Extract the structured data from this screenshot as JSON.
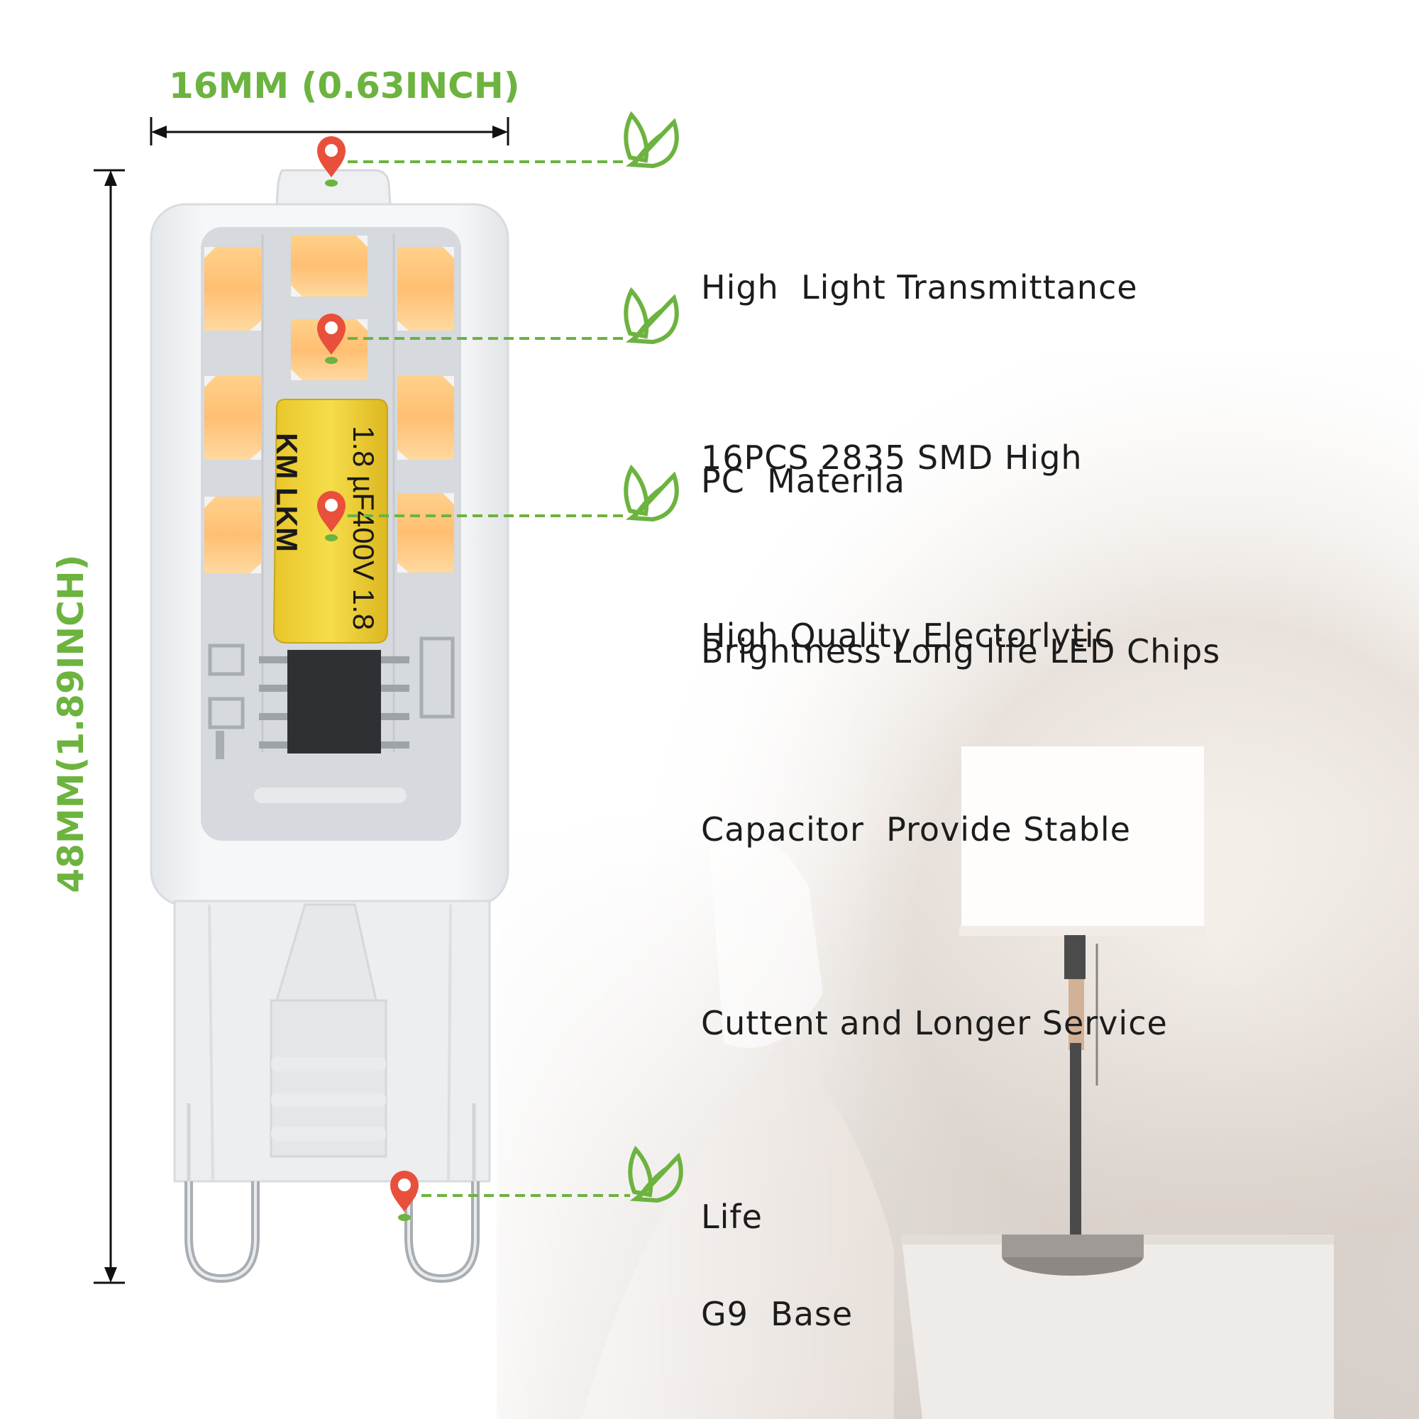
{
  "dimensions": {
    "width_label": "16MM (0.63INCH)",
    "height_label": "48MM(1.89INCH)"
  },
  "capacitor_markings": {
    "line1": "1.8 µF400V 1.8",
    "line2": "KM LKM"
  },
  "features": [
    {
      "icon": "leaf-icon",
      "lines": [
        "High  Light Transmittance",
        "PC  Materila"
      ]
    },
    {
      "icon": "leaf-icon",
      "lines": [
        "16PCS 2835 SMD High",
        "Brightness Long life LED Chips"
      ]
    },
    {
      "icon": "leaf-icon",
      "lines": [
        "High Quality Electorlytic",
        "Capacitor  Provide Stable",
        "Cuttent and Longer Service",
        "Life"
      ]
    },
    {
      "icon": "leaf-icon",
      "lines": [
        "G9  Base"
      ]
    }
  ],
  "colors": {
    "accent_green": "#6cb33f",
    "pin_red": "#e8503c",
    "text": "#1c1c1c"
  }
}
